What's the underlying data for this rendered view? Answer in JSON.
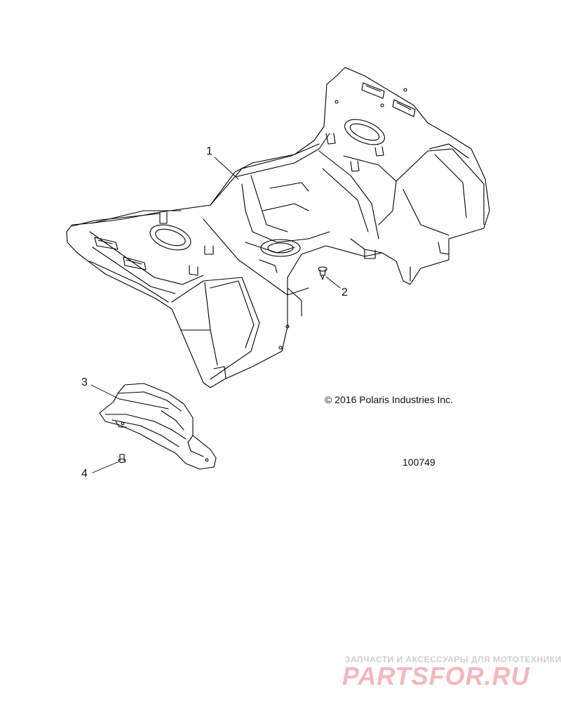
{
  "diagram": {
    "callouts": [
      {
        "label": "1"
      },
      {
        "label": "2"
      },
      {
        "label": "3"
      },
      {
        "label": "4"
      }
    ],
    "copyright": "© 2016 Polaris Industries Inc.",
    "part_number": "100749"
  },
  "watermark": {
    "tagline": "ЗАПЧАСТИ И АКСЕССУАРЫ ДЛЯ МОТОТЕХНИКИ",
    "logo": "PARTSFOR.RU"
  }
}
